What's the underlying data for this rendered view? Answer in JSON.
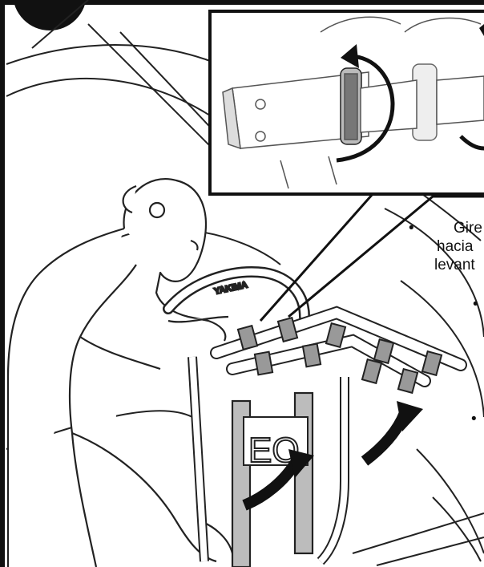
{
  "step": {
    "badge": ""
  },
  "callout": {
    "lines": [
      "Gire",
      "hacia",
      "levant"
    ]
  },
  "brand": {
    "logo_text": "YAKIMA"
  },
  "plate_text": "EO",
  "bullets": [
    "•",
    "•",
    "•"
  ]
}
